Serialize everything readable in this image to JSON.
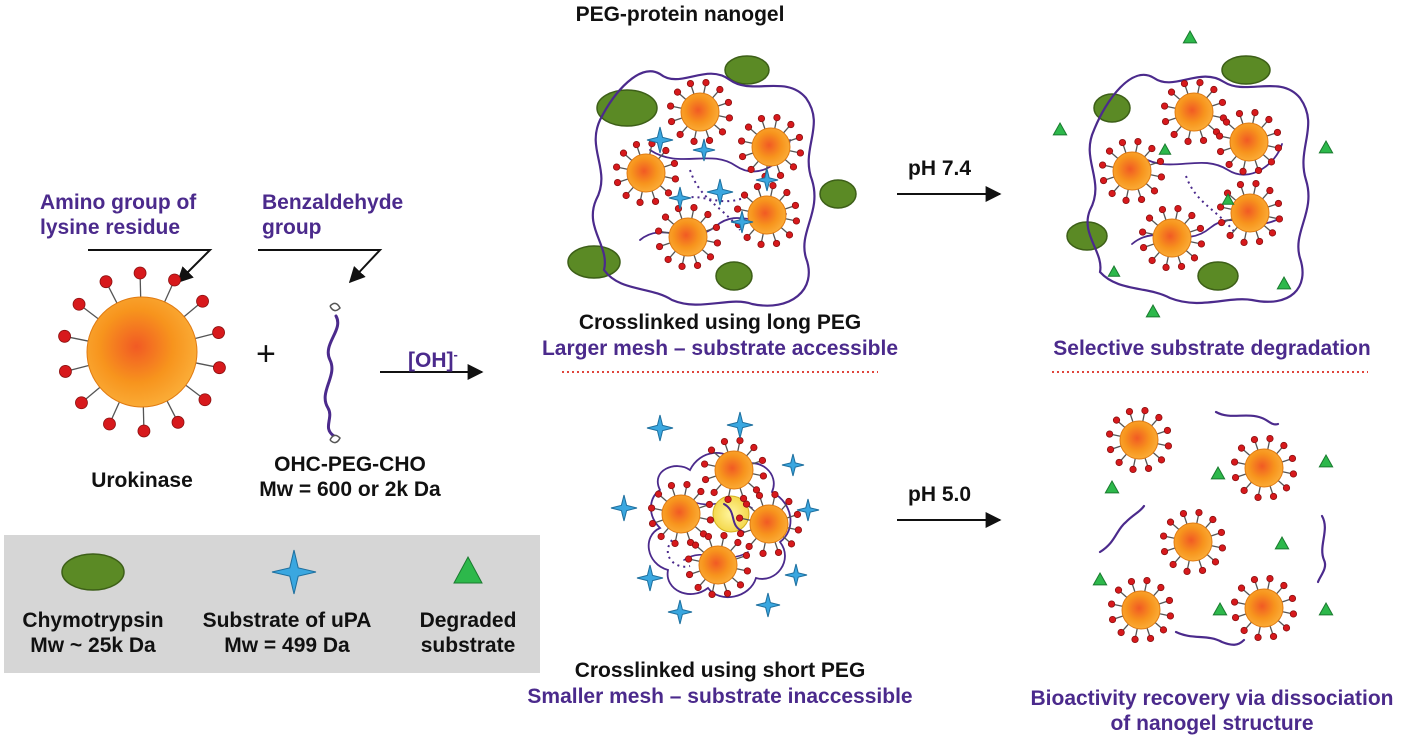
{
  "title": "PEG-protein nanogel",
  "labels": {
    "amino_line1": "Amino group of",
    "amino_line2": "lysine residue",
    "benz_line1": "Benzaldehyde",
    "benz_line2": "group",
    "urokinase": "Urokinase",
    "plus": "+",
    "peg_name": "OHC-PEG-CHO",
    "peg_mw": "Mw = 600 or 2k Da",
    "oh_base": "[OH]",
    "oh_sup": "-",
    "ph_top": "pH 7.4",
    "ph_bottom": "pH 5.0",
    "long_title": "Crosslinked using long PEG",
    "long_desc": "Larger mesh – substrate accessible",
    "short_title": "Crosslinked using short PEG",
    "short_desc": "Smaller mesh – substrate inaccessible",
    "selective": "Selective substrate degradation",
    "recovery_line1": "Bioactivity recovery via dissociation",
    "recovery_line2": "of nanogel structure"
  },
  "legend": {
    "chymo_name": "Chymotrypsin",
    "chymo_mw": "Mw ~ 25k Da",
    "sub_name": "Substrate of uPA",
    "sub_mw": "Mw = 499 Da",
    "deg_line1": "Degraded",
    "deg_line2": "substrate"
  },
  "colors": {
    "purple": "#4b2a8c",
    "protein_orange": "#f7941d",
    "protein_core": "#f15a24",
    "lysine_red": "#d7191c",
    "chymotrypsin_green": "#5b8a25",
    "substrate_blue": "#3aa7e0",
    "degraded_green": "#2db84b",
    "legend_gray": "#d6d6d6"
  }
}
